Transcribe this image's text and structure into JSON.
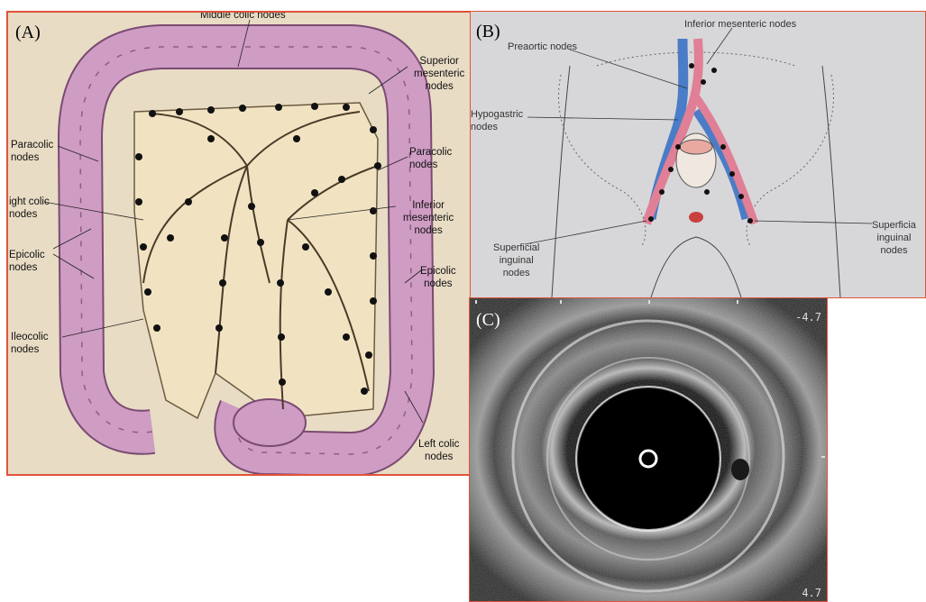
{
  "panels": {
    "a": {
      "tag": "(A)",
      "labels": {
        "middle_colic": "Middle colic nodes",
        "superior_mesenteric": [
          "Superior",
          "mesenteric",
          "nodes"
        ],
        "paracolic_left": [
          "Paracolic",
          "nodes"
        ],
        "paracolic_right": [
          "Paracolic",
          "nodes"
        ],
        "right_colic": [
          "ight colic",
          "nodes"
        ],
        "inferior_mesenteric": [
          "Inferior",
          "mesenteric",
          "nodes"
        ],
        "epicolic_left": [
          "Epicolic",
          "nodes"
        ],
        "epicolic_right": [
          "Epicolic",
          "nodes"
        ],
        "ileocolic": [
          "Ileocolic",
          "nodes"
        ],
        "left_colic": [
          "Left colic",
          "nodes"
        ]
      },
      "colors": {
        "border": "#e0533a",
        "colon": "#cf9cc4",
        "colon_edge": "#7a4a72",
        "mesentery": "#f1e3c2",
        "background": "#e8dcc4"
      }
    },
    "b": {
      "tag": "(B)",
      "labels": {
        "inferior_mesenteric": "Inferior mesenteric nodes",
        "preaortic": "Preaortic nodes",
        "hypogastric": [
          "Hypogastric",
          "nodes"
        ],
        "superficial_inguinal_left": [
          "Superficial",
          "inguinal",
          "nodes"
        ],
        "superficial_inguinal_right": [
          "Superficia",
          "inguinal",
          "nodes"
        ]
      },
      "colors": {
        "border": "#e0533a",
        "background": "#d7d7d9",
        "artery": "#e07f95",
        "vein": "#4a7cc7"
      }
    },
    "c": {
      "tag": "(C)",
      "depth_top": "-4.7",
      "depth_bottom": "4.7",
      "colors": {
        "border": "#e0533a",
        "background": "#1a1a1a"
      }
    }
  }
}
